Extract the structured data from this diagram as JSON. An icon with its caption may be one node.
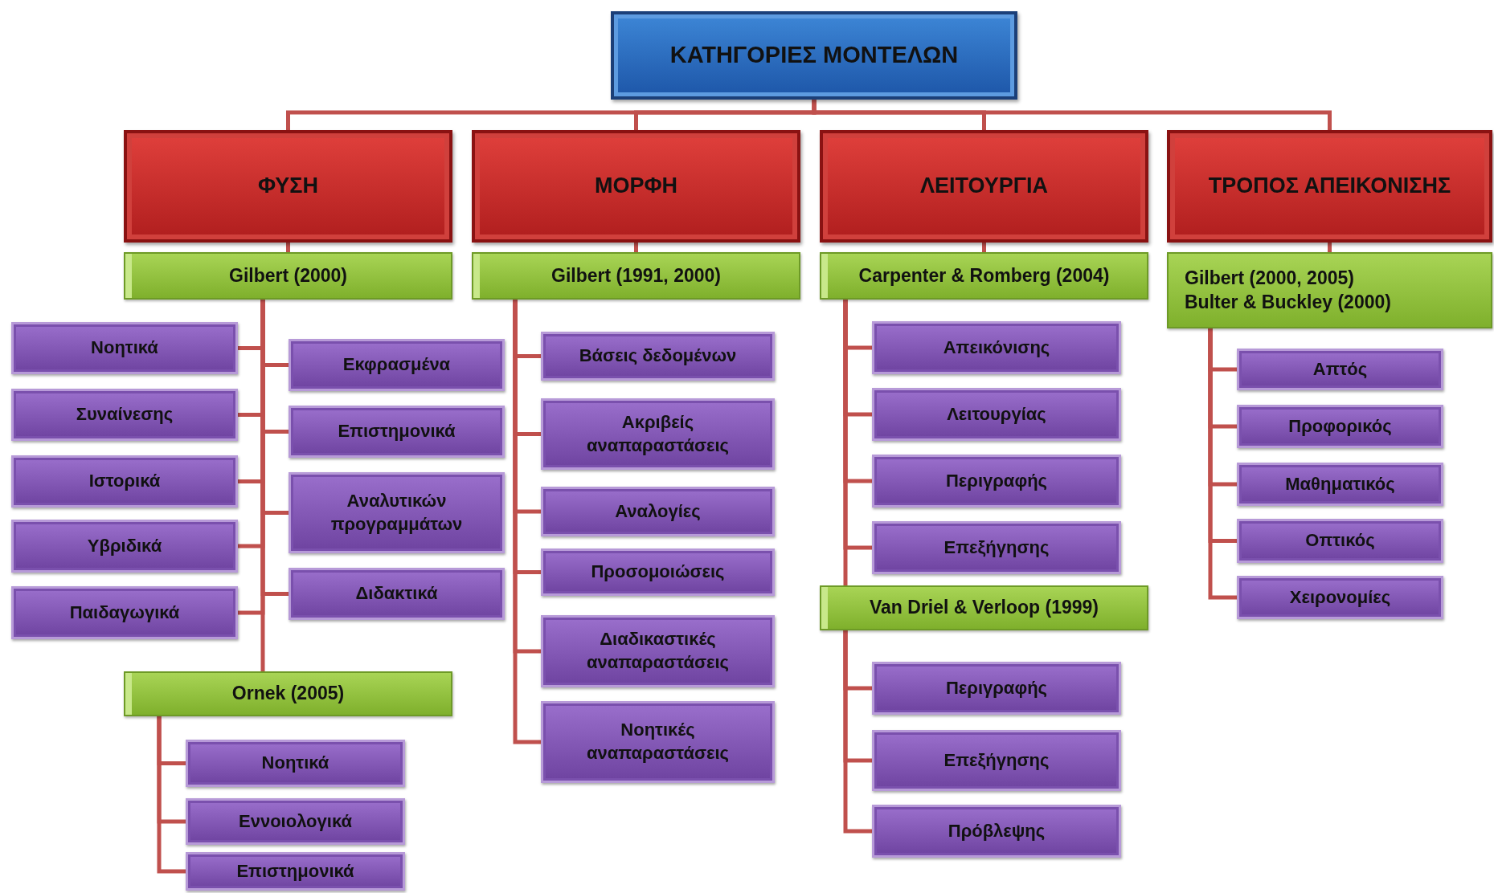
{
  "diagram": {
    "nodes": [
      {
        "text": [
          "ΚΑΤΗΓΟΡΙΕΣ ΜΟΝΤΕΛΩΝ"
        ]
      },
      {
        "text": [
          "ΦΥΣΗ"
        ]
      },
      {
        "text": [
          "ΜΟΡΦΗ"
        ]
      },
      {
        "text": [
          "ΛΕΙΤΟΥΡΓΙΑ"
        ]
      },
      {
        "text": [
          "ΤΡΟΠΟΣ ΑΠΕΙΚΟΝΙΣΗΣ"
        ]
      },
      {
        "text": [
          "Gilbert (2000)"
        ]
      },
      {
        "text": [
          "Νοητικά"
        ]
      },
      {
        "text": [
          "Συναίνεσης"
        ]
      },
      {
        "text": [
          "Ιστορικά"
        ]
      },
      {
        "text": [
          "Υβριδικά"
        ]
      },
      {
        "text": [
          "Παιδαγωγικά"
        ]
      },
      {
        "text": [
          "Εκφρασμένα"
        ]
      },
      {
        "text": [
          "Επιστημονικά"
        ]
      },
      {
        "text": [
          "Αναλυτικών προγραμμάτων"
        ]
      },
      {
        "text": [
          "Διδακτικά"
        ]
      },
      {
        "text": [
          "Ornek (2005)"
        ]
      },
      {
        "text": [
          "Νοητικά"
        ]
      },
      {
        "text": [
          "Εννοιολογικά"
        ]
      },
      {
        "text": [
          "Επιστημονικά"
        ]
      },
      {
        "text": [
          "Gilbert (1991, 2000)"
        ]
      },
      {
        "text": [
          "Βάσεις δεδομένων"
        ]
      },
      {
        "text": [
          "Ακριβείς αναπαραστάσεις"
        ]
      },
      {
        "text": [
          "Αναλογίες"
        ]
      },
      {
        "text": [
          "Προσομοιώσεις"
        ]
      },
      {
        "text": [
          "Διαδικαστικές αναπαραστάσεις"
        ]
      },
      {
        "text": [
          "Νοητικές αναπαραστάσεις"
        ]
      },
      {
        "text": [
          "Carpenter & Romberg (2004)"
        ]
      },
      {
        "text": [
          "Απεικόνισης"
        ]
      },
      {
        "text": [
          "Λειτουργίας"
        ]
      },
      {
        "text": [
          "Περιγραφής"
        ]
      },
      {
        "text": [
          "Επεξήγησης"
        ]
      },
      {
        "text": [
          "Van Driel & Verloop (1999)"
        ]
      },
      {
        "text": [
          "Περιγραφής"
        ]
      },
      {
        "text": [
          "Επεξήγησης"
        ]
      },
      {
        "text": [
          "Πρόβλεψης"
        ]
      },
      {
        "text": [
          "Gilbert (2000, 2005)",
          "Bulter & Buckley (2000)"
        ]
      },
      {
        "text": [
          "Απτός"
        ]
      },
      {
        "text": [
          "Προφορικός"
        ]
      },
      {
        "text": [
          "Μαθηματικός"
        ]
      },
      {
        "text": [
          "Οπτικός"
        ]
      },
      {
        "text": [
          "Χειρονομίες"
        ]
      }
    ],
    "edges": [
      {
        "from": 0,
        "to": 1,
        "arrow": "none"
      },
      {
        "from": 0,
        "to": 2,
        "arrow": "none"
      },
      {
        "from": 0,
        "to": 3,
        "arrow": "none"
      },
      {
        "from": 0,
        "to": 4,
        "arrow": "none"
      },
      {
        "from": 1,
        "to": 5,
        "arrow": "none"
      },
      {
        "from": 5,
        "to": 6,
        "arrow": "none"
      },
      {
        "from": 5,
        "to": 7,
        "arrow": "none"
      },
      {
        "from": 5,
        "to": 8,
        "arrow": "none"
      },
      {
        "from": 5,
        "to": 9,
        "arrow": "none"
      },
      {
        "from": 5,
        "to": 10,
        "arrow": "none"
      },
      {
        "from": 5,
        "to": 11,
        "arrow": "none"
      },
      {
        "from": 5,
        "to": 12,
        "arrow": "none"
      },
      {
        "from": 5,
        "to": 13,
        "arrow": "none"
      },
      {
        "from": 5,
        "to": 14,
        "arrow": "none"
      },
      {
        "from": 5,
        "to": 15,
        "arrow": "none"
      },
      {
        "from": 15,
        "to": 16,
        "arrow": "none"
      },
      {
        "from": 15,
        "to": 17,
        "arrow": "none"
      },
      {
        "from": 15,
        "to": 18,
        "arrow": "none"
      },
      {
        "from": 2,
        "to": 19,
        "arrow": "none"
      },
      {
        "from": 19,
        "to": 20,
        "arrow": "none"
      },
      {
        "from": 19,
        "to": 21,
        "arrow": "none"
      },
      {
        "from": 19,
        "to": 22,
        "arrow": "none"
      },
      {
        "from": 19,
        "to": 23,
        "arrow": "none"
      },
      {
        "from": 19,
        "to": 24,
        "arrow": "none"
      },
      {
        "from": 19,
        "to": 25,
        "arrow": "none"
      },
      {
        "from": 3,
        "to": 26,
        "arrow": "none"
      },
      {
        "from": 26,
        "to": 27,
        "arrow": "none"
      },
      {
        "from": 26,
        "to": 28,
        "arrow": "none"
      },
      {
        "from": 26,
        "to": 29,
        "arrow": "none"
      },
      {
        "from": 26,
        "to": 30,
        "arrow": "none"
      },
      {
        "from": 26,
        "to": 31,
        "arrow": "none"
      },
      {
        "from": 31,
        "to": 32,
        "arrow": "none"
      },
      {
        "from": 31,
        "to": 33,
        "arrow": "none"
      },
      {
        "from": 31,
        "to": 34,
        "arrow": "none"
      },
      {
        "from": 4,
        "to": 35,
        "arrow": "none"
      },
      {
        "from": 35,
        "to": 36,
        "arrow": "none"
      },
      {
        "from": 35,
        "to": 37,
        "arrow": "none"
      },
      {
        "from": 35,
        "to": 38,
        "arrow": "none"
      },
      {
        "from": 35,
        "to": 39,
        "arrow": "none"
      },
      {
        "from": 35,
        "to": 40,
        "arrow": "none"
      }
    ]
  }
}
